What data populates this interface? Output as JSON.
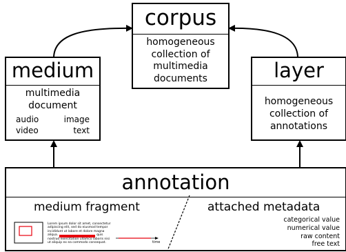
{
  "corpus": {
    "title": "corpus",
    "desc": [
      "homogeneous",
      "collection of",
      "multimedia",
      "documents"
    ]
  },
  "medium": {
    "title": "medium",
    "desc": [
      "multimedia",
      "document"
    ],
    "types": [
      "audio",
      "image",
      "video",
      "text"
    ]
  },
  "layer": {
    "title": "layer",
    "desc": [
      "homogeneous",
      "collection of",
      "annotations"
    ]
  },
  "annotation": {
    "title": "annotation",
    "fragment_label": "medium fragment",
    "metadata_label": "attached metadata",
    "metadata_kinds": [
      "categorical value",
      "numerical value",
      "raw content",
      "free text"
    ],
    "sample_text": [
      "Lorem ipsum dolor sit amet, consectetur",
      "adipiscing elit, sed do eiusmod tempor",
      "incididunt ut labore et dolore magna",
      "aliqua.",
      "quis",
      "nostrud exercitation ullamco laboris nisi",
      "ut aliquip ex ea commodo consequat."
    ],
    "time_label": "time"
  },
  "colors": {
    "highlight": "#e8000d",
    "arrow": "#000000"
  }
}
